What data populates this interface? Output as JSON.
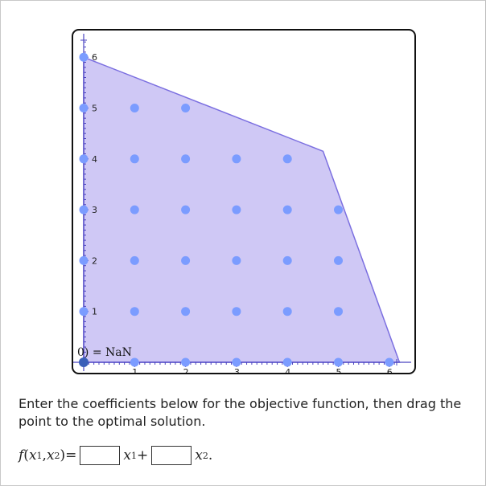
{
  "instructions": "Enter the coefficients below for the objective function, then drag the point to the optimal solution.",
  "formula": {
    "lhs_f": "f",
    "lhs_open": "(",
    "lhs_x1": "x",
    "lhs_x1_sub": "1",
    "lhs_comma": ", ",
    "lhs_x2": "x",
    "lhs_x2_sub": "2",
    "lhs_close": ")",
    "equals": " = ",
    "coef1_value": "",
    "term1": "x",
    "term1_sub": "1",
    "plus": "+",
    "coef2_value": "",
    "term2": "x",
    "term2_sub": "2",
    "end": "."
  },
  "graph": {
    "point_label": "0) = NaN",
    "x_tick_labels": [
      "1",
      "2",
      "3",
      "4",
      "5",
      "6"
    ],
    "y_tick_labels": [
      "1",
      "2",
      "3",
      "4",
      "5",
      "6"
    ],
    "feasible_region": [
      [
        0,
        0
      ],
      [
        0,
        6
      ],
      [
        4.7,
        4.15
      ],
      [
        6.2,
        0
      ]
    ],
    "lattice_points": [
      [
        0,
        0
      ],
      [
        1,
        0
      ],
      [
        2,
        0
      ],
      [
        3,
        0
      ],
      [
        4,
        0
      ],
      [
        5,
        0
      ],
      [
        6,
        0
      ],
      [
        0,
        1
      ],
      [
        1,
        1
      ],
      [
        2,
        1
      ],
      [
        3,
        1
      ],
      [
        4,
        1
      ],
      [
        5,
        1
      ],
      [
        0,
        2
      ],
      [
        1,
        2
      ],
      [
        2,
        2
      ],
      [
        3,
        2
      ],
      [
        4,
        2
      ],
      [
        5,
        2
      ],
      [
        0,
        3
      ],
      [
        1,
        3
      ],
      [
        2,
        3
      ],
      [
        3,
        3
      ],
      [
        4,
        3
      ],
      [
        5,
        3
      ],
      [
        0,
        4
      ],
      [
        1,
        4
      ],
      [
        2,
        4
      ],
      [
        3,
        4
      ],
      [
        4,
        4
      ],
      [
        0,
        5
      ],
      [
        1,
        5
      ],
      [
        2,
        5
      ],
      [
        0,
        6
      ]
    ],
    "draggable_point": [
      0,
      0
    ],
    "colors": {
      "region_fill": "#cfc8f5",
      "region_stroke": "#7b6fe0",
      "lattice_point": "#7b9cff",
      "drag_point": "#3a5fb8",
      "axis": "#4a43c0"
    }
  }
}
